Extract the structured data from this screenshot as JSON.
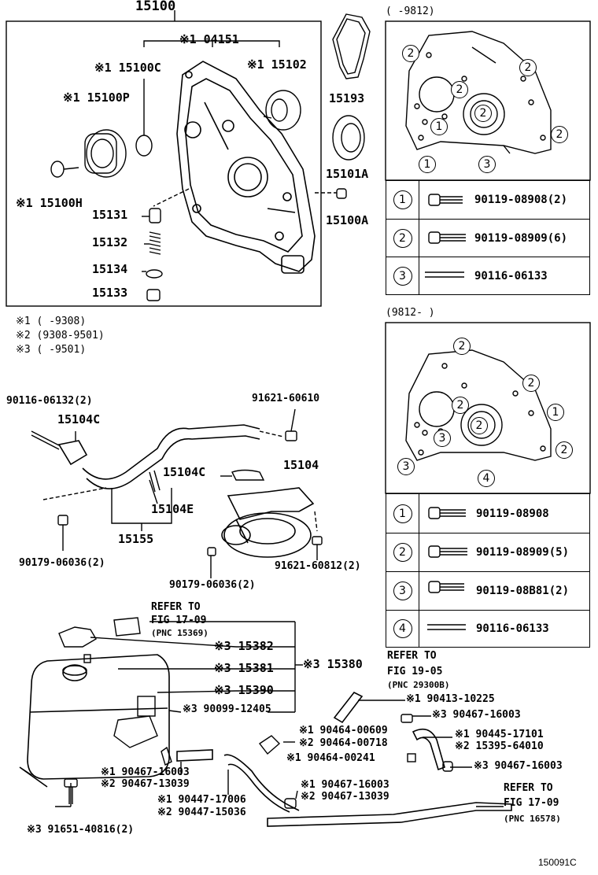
{
  "figure_id": "150091C",
  "top_left": {
    "title": "15100",
    "labels": {
      "p04151": "※1 04151",
      "p15100C": "※1 15100C",
      "p15102": "※1 15102",
      "p15100P": "※1 15100P",
      "p15100H": "※1 15100H",
      "p15131": "15131",
      "p15132": "15132",
      "p15134": "15134",
      "p15133": "15133",
      "p15193": "15193",
      "p15101A": "15101A",
      "p15100A": "15100A"
    }
  },
  "notes": [
    "※1  (      -9308)",
    "※2  (9308-9501)",
    "※3  (      -9501)"
  ],
  "panel_top": {
    "header": "(    -9812)",
    "callouts": [
      "2",
      "2",
      "2",
      "1",
      "2",
      "2",
      "1",
      "3"
    ],
    "rows": [
      {
        "num": "1",
        "part": "90119-08908(2)"
      },
      {
        "num": "2",
        "part": "90119-08909(6)"
      },
      {
        "num": "3",
        "part": "90116-06133"
      }
    ]
  },
  "panel_bottom": {
    "header": "(9812-     )",
    "callouts": [
      "2",
      "2",
      "2",
      "2",
      "1",
      "3",
      "2",
      "3",
      "4"
    ],
    "rows": [
      {
        "num": "1",
        "part": "90119-08908"
      },
      {
        "num": "2",
        "part": "90119-08909(5)"
      },
      {
        "num": "3",
        "part": "90119-08B81(2)"
      },
      {
        "num": "4",
        "part": "90116-06133"
      }
    ]
  },
  "middle": {
    "labels": {
      "a": "90116-06132(2)",
      "b": "15104C",
      "c": "91621-60610",
      "d": "15104C",
      "e": "15104",
      "f": "15104E",
      "g": "15155",
      "h": "90179-06036(2)",
      "i": "91621-60812(2)",
      "j": "90179-06036(2)"
    }
  },
  "bottom": {
    "refer1": [
      "REFER TO",
      "FIG 17-09",
      "(PNC 15369)"
    ],
    "refer2": [
      "REFER TO",
      "FIG 19-05",
      "(PNC 29300B)"
    ],
    "refer3": [
      "REFER TO",
      "FIG 17-09",
      "(PNC 16578)"
    ],
    "labels": {
      "l15382": "※3 15382",
      "l15381": "※3 15381",
      "l15380": "※3 15380",
      "l15390": "※3 15390",
      "l90099": "※3 90099-12405",
      "l90413": "※1 90413-10225",
      "l90467a": "※3 90467-16003",
      "l90464a": "※1 90464-00609",
      "l90464b": "※2 90464-00718",
      "l90445": "※1 90445-17101",
      "l15395": "※2 15395-64010",
      "l90464c": "※1 90464-00241",
      "l90467b": "※3 90467-16003",
      "l90467c": "※1 90467-16003",
      "l90467d": "※2 90467-13039",
      "l90467e": "※1 90467-16003",
      "l90467f": "※2 90467-13039",
      "l90447a": "※1 90447-17006",
      "l90447b": "※2 90447-15036",
      "l91651": "※3 91651-40816(2)"
    }
  }
}
